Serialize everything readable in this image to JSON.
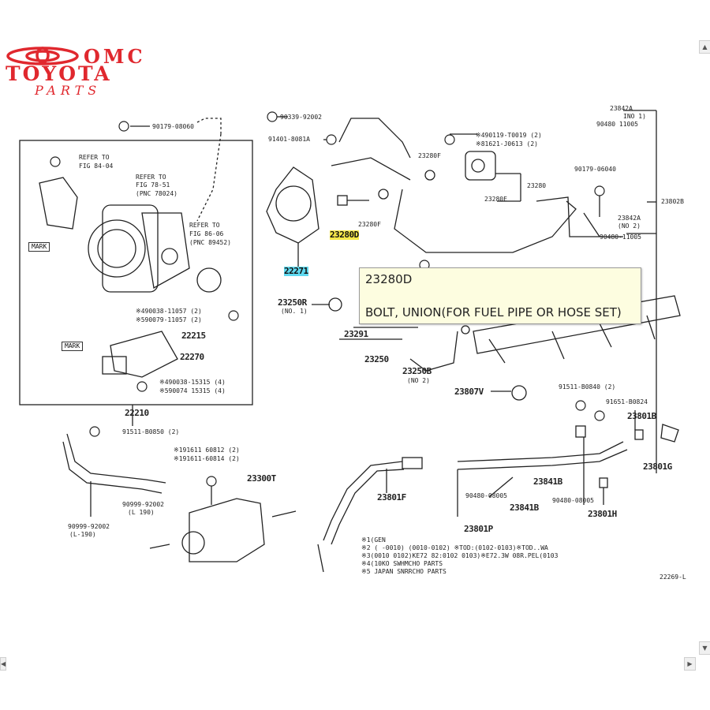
{
  "brand": {
    "line1": "OMC",
    "line2": "TOYOTA",
    "line3": "PARTS",
    "color": "#e0282e"
  },
  "tooltip": {
    "part_no": "23280D",
    "description": "BOLT, UNION(FOR FUEL PIPE OR HOSE SET)"
  },
  "callouts": {
    "c1": "90179-08060",
    "c2": "90339-92002",
    "c3": "91401-8081A",
    "c4": "23842A",
    "c5": "INO 1)",
    "c6": "90480 11005",
    "c7": "REFER TO",
    "c8": "FIG 84-04",
    "c9": "REFER TO",
    "c10": "FIG 78-51",
    "c11": "(PNC 78024)",
    "c12": "REFER TO",
    "c13": "FIG 86-06",
    "c14": "(PNC 89452)",
    "c15": "MARK",
    "c16": "22271",
    "c17": "23280D",
    "c18": "23280F",
    "c19": "23280F",
    "c20": "23280E",
    "c21": "23280",
    "c22": "※490119-T0019 (2)",
    "c23": "※81621-J0613 (2)",
    "c24": "90179-06040",
    "c25": "23842A",
    "c26": "(NO 2)",
    "c27": "23802B",
    "c28": "90480-11005",
    "c29": "23250R",
    "c30": "(NO. 1)",
    "c31": "23291",
    "c32": "23250",
    "c33": "23250B",
    "c34": "(NO 2)",
    "c35": "23807V",
    "c36": "91511-B0840 (2)",
    "c37": "91651-B0824",
    "c38": "23801B",
    "c39": "23801G",
    "c40": "23801H",
    "c41": "23841B",
    "c42": "23841B",
    "c43": "90480-08005",
    "c44": "90480-08005",
    "c45": "23801F",
    "c46": "23801P",
    "c47": "※490038-11057 (2)",
    "c48": "※590079-11057 (2)",
    "c49": "22215",
    "c50": "22270",
    "c51": "MARK",
    "c52": "※490038-15315 (4)",
    "c53": "※590074 15315 (4)",
    "c54": "22210",
    "c55": "91511-B0850 (2)",
    "c56": "※191611 60812 (2)",
    "c57": "※191611-60814 (2)",
    "c58": "23300T",
    "c59": "90999-92002",
    "c60": "(L 190)",
    "c61": "90999-92002",
    "c62": "(L-190)",
    "c63": "22269-L"
  },
  "notes": {
    "n1": "※1(GEN",
    "n2": "※2 (   -0010) (0010-0102) ※TOD:(0102-0103)※TOD..WA",
    "n3": "※3(0010 0102)KE72 82:0102 0103)※E72.3W  08R.PEL(0103",
    "n4": "※4(10KO SWHMCHO PARTS",
    "n5": "※5 JAPAN SNRRCHO PARTS"
  }
}
